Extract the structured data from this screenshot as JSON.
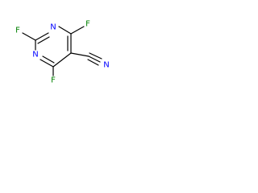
{
  "molecule": {
    "atoms": {
      "f_top_left": {
        "label": "F",
        "color": "#008000"
      },
      "f_top_right": {
        "label": "F",
        "color": "#008000"
      },
      "n_upper": {
        "label": "N",
        "color": "#0000ff"
      },
      "n_lower": {
        "label": "N",
        "color": "#0000ff"
      },
      "f_bottom": {
        "label": "F",
        "color": "#008000"
      },
      "n_nitrile": {
        "label": "N",
        "color": "#0000ff"
      }
    },
    "bond_color": "#000000"
  }
}
